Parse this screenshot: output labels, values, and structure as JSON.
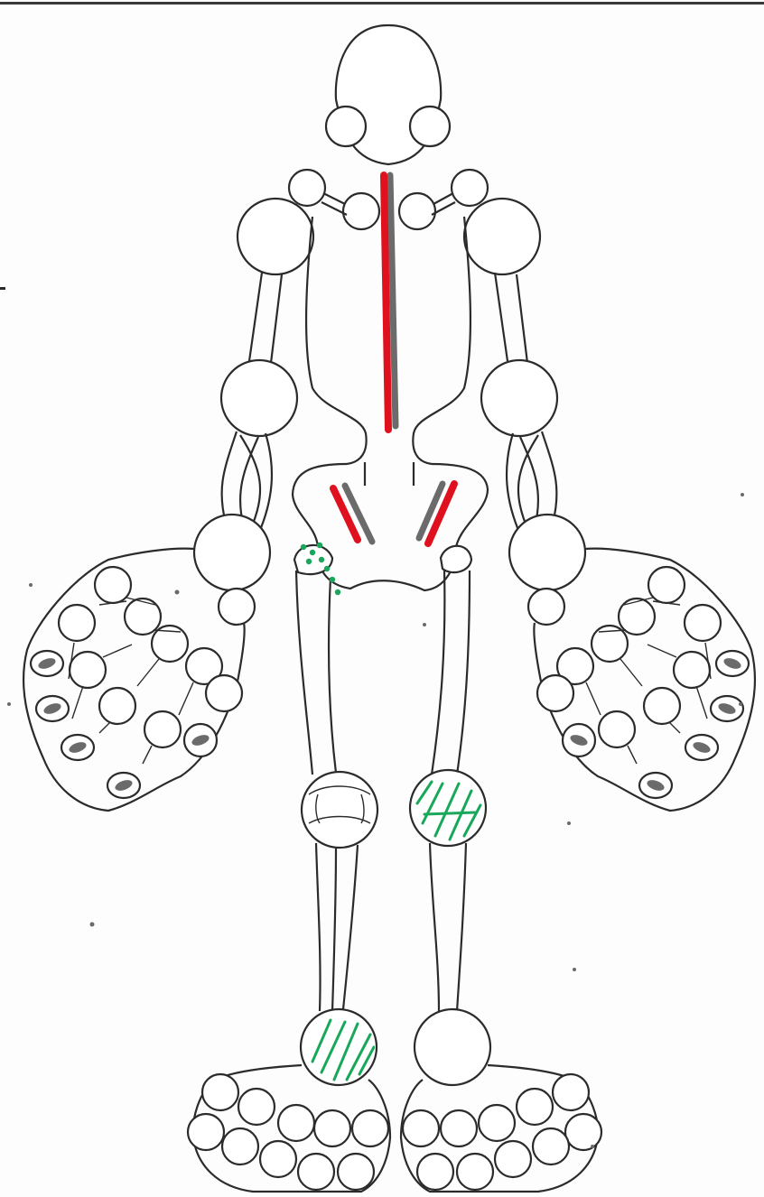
{
  "figure": {
    "type": "skeletal joint homunculus chart",
    "background": "#fdfdfd",
    "outline_color": "#2b2b2b"
  },
  "markings": {
    "red_color": "#e0111e",
    "gray_color": "#6b6b6b",
    "green_color": "#19a85a",
    "items": [
      {
        "id": "spine",
        "marks": [
          "red",
          "gray"
        ],
        "style": "parallel bars"
      },
      {
        "id": "sacroiliac-left",
        "marks": [
          "red",
          "gray"
        ],
        "style": "parallel bars"
      },
      {
        "id": "sacroiliac-right",
        "marks": [
          "red",
          "gray"
        ],
        "style": "parallel bars"
      },
      {
        "id": "hip-left",
        "marks": [
          "green"
        ],
        "style": "dotted"
      },
      {
        "id": "knee-right",
        "marks": [
          "green"
        ],
        "style": "hatched"
      },
      {
        "id": "ankle-left",
        "marks": [
          "green"
        ],
        "style": "hatched"
      },
      {
        "id": "finger-joints-left-hand",
        "marks": [
          "gray"
        ],
        "style": "filled ovals"
      },
      {
        "id": "finger-joints-right-hand",
        "marks": [
          "gray"
        ],
        "style": "filled ovals"
      }
    ]
  }
}
